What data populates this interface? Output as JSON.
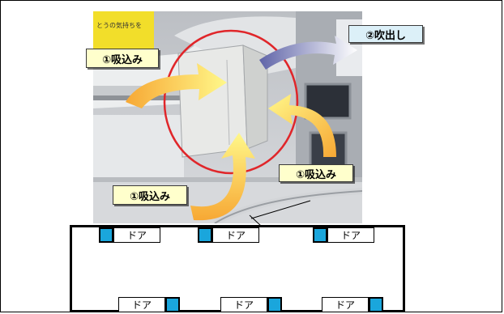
{
  "callouts": {
    "intake_top_left": "①吸込み",
    "outlet": "②吹出し",
    "intake_right": "①吸込み",
    "intake_bottom": "①吸込み"
  },
  "photo": {
    "poster_text": "とうの気持ちを"
  },
  "car": {
    "door_label": "ドア"
  },
  "colors": {
    "door_unit": "#1aa6dc",
    "highlight_circle": "#e0262a",
    "intake_arrow": "#f5d24a",
    "outlet_arrow": "#5f64a8"
  }
}
